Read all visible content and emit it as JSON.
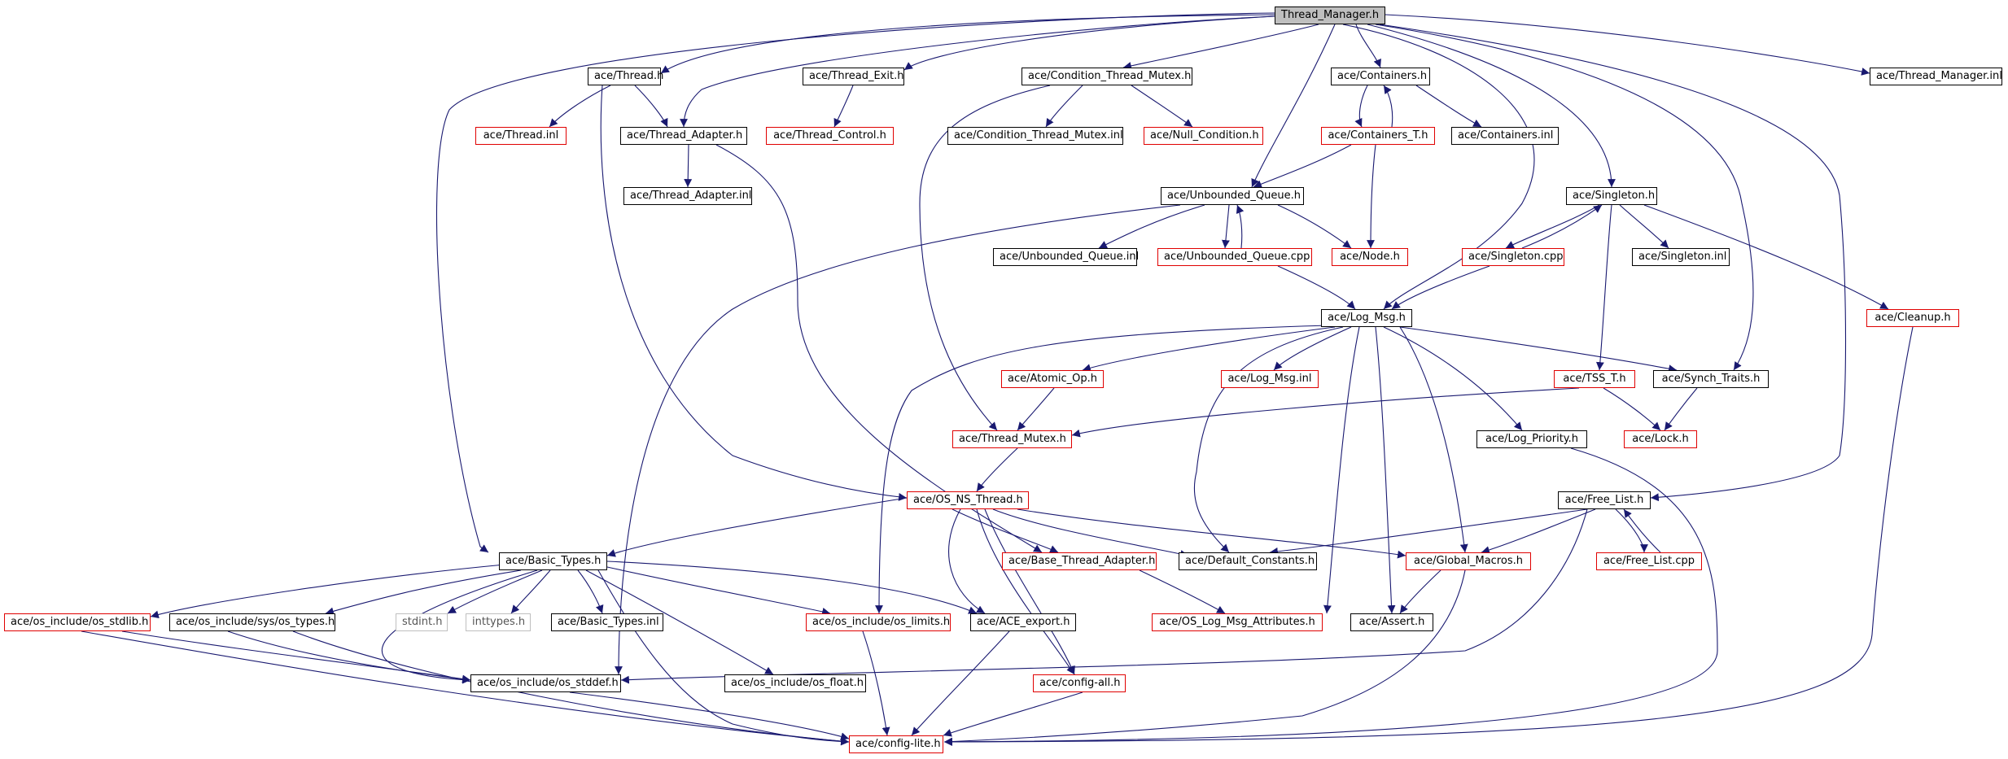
{
  "nodes": {
    "root": "Thread_Manager.h",
    "thread_h": "ace/Thread.h",
    "thread_exit_h": "ace/Thread_Exit.h",
    "cond_mutex_h": "ace/Condition_Thread_Mutex.h",
    "containers_h": "ace/Containers.h",
    "thread_manager_inl": "ace/Thread_Manager.inl",
    "thread_inl": "ace/Thread.inl",
    "thread_adapter_h": "ace/Thread_Adapter.h",
    "thread_control_h": "ace/Thread_Control.h",
    "cond_mutex_inl": "ace/Condition_Thread_Mutex.inl",
    "null_condition_h": "ace/Null_Condition.h",
    "containers_t_h": "ace/Containers_T.h",
    "containers_inl": "ace/Containers.inl",
    "thread_adapter_inl": "ace/Thread_Adapter.inl",
    "unbounded_queue_h": "ace/Unbounded_Queue.h",
    "singleton_h": "ace/Singleton.h",
    "unbounded_queue_inl": "ace/Unbounded_Queue.inl",
    "unbounded_queue_cpp": "ace/Unbounded_Queue.cpp",
    "node_h": "ace/Node.h",
    "singleton_cpp": "ace/Singleton.cpp",
    "singleton_inl": "ace/Singleton.inl",
    "log_msg_h": "ace/Log_Msg.h",
    "cleanup_h": "ace/Cleanup.h",
    "atomic_op_h": "ace/Atomic_Op.h",
    "log_msg_inl": "ace/Log_Msg.inl",
    "tss_t_h": "ace/TSS_T.h",
    "synch_traits_h": "ace/Synch_Traits.h",
    "thread_mutex_h": "ace/Thread_Mutex.h",
    "log_priority_h": "ace/Log_Priority.h",
    "lock_h": "ace/Lock.h",
    "os_ns_thread_h": "ace/OS_NS_Thread.h",
    "free_list_h": "ace/Free_List.h",
    "basic_types_h": "ace/Basic_Types.h",
    "base_thread_adapter_h": "ace/Base_Thread_Adapter.h",
    "default_constants_h": "ace/Default_Constants.h",
    "global_macros_h": "ace/Global_Macros.h",
    "free_list_cpp": "ace/Free_List.cpp",
    "os_stdlib_h": "ace/os_include/os_stdlib.h",
    "os_sys_types_h": "ace/os_include/sys/os_types.h",
    "stdint_h": "stdint.h",
    "inttypes_h": "inttypes.h",
    "basic_types_inl": "ace/Basic_Types.inl",
    "os_limits_h": "ace/os_include/os_limits.h",
    "ace_export_h": "ace/ACE_export.h",
    "os_log_msg_attributes_h": "ace/OS_Log_Msg_Attributes.h",
    "assert_h": "ace/Assert.h",
    "os_stddef_h": "ace/os_include/os_stddef.h",
    "os_float_h": "ace/os_include/os_float.h",
    "config_all_h": "ace/config-all.h",
    "config_lite_h": "ace/config-lite.h"
  },
  "colors": {
    "edge": "#191970",
    "border_documented": "#000000",
    "border_undocumented": "#e00000",
    "border_external": "#bfbfbf",
    "root_fill": "#bfbfbf"
  }
}
